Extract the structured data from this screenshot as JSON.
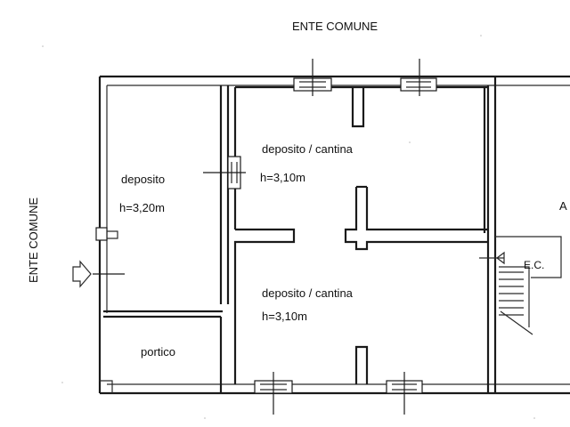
{
  "labels": {
    "top_neighbor": "ENTE COMUNE",
    "left_neighbor": "ENTE COMUNE",
    "right_edge_partial": "A",
    "room_deposito": "deposito",
    "room_deposito_height": "h=3,20m",
    "room_upper": "deposito / cantina",
    "room_upper_height": "h=3,10m",
    "room_lower": "deposito / cantina",
    "room_lower_height": "h=3,10m",
    "room_portico": "portico",
    "room_ec": "E.C."
  }
}
